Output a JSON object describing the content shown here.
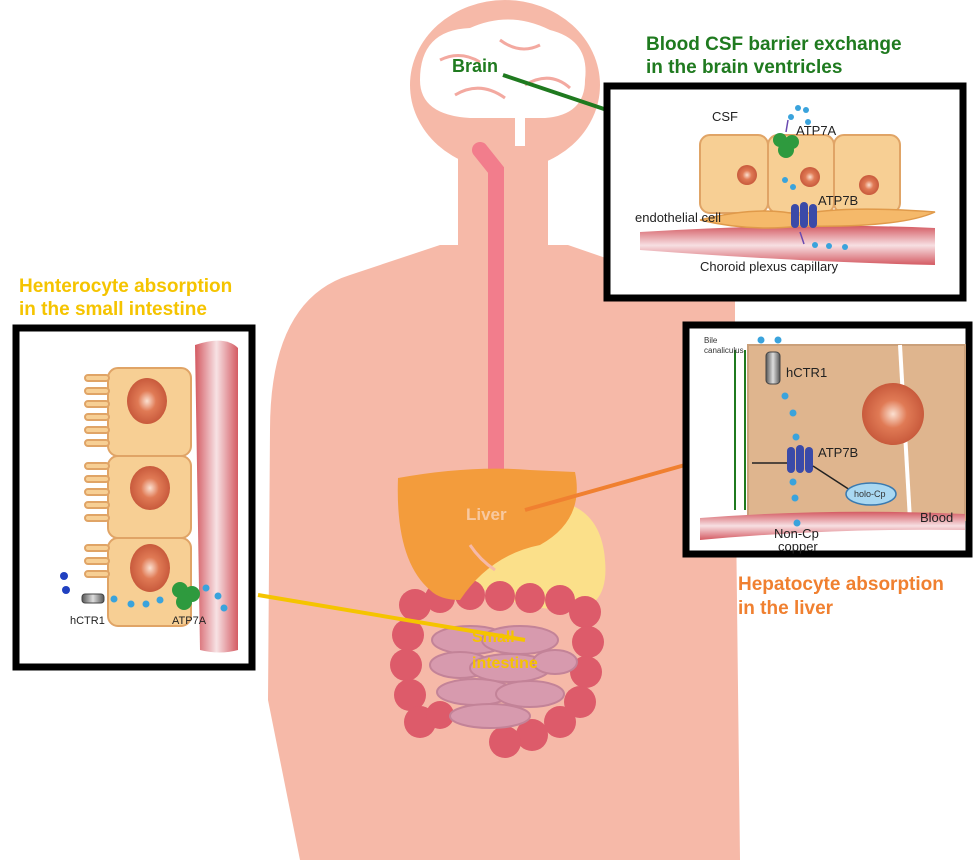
{
  "colors": {
    "brain_title": "#1f7a1f",
    "intestine_title": "#f5c400",
    "liver_title": "#f08030",
    "body": "#f6b9a8",
    "liver_organ": "#f39c3c",
    "stomach": "#fbe08a",
    "colon": "#dd5b6a",
    "small_intestine": "#d79aae",
    "cell": "#f7cf94",
    "nucleus": "#d7694b",
    "capillary": "#dc6b70",
    "copper_dot": "#3aa3dc"
  },
  "brain_panel": {
    "title_line1": "Blood CSF barrier exchange",
    "title_line2": "in the brain ventricles",
    "label_csf": "CSF",
    "label_atp7a": "ATP7A",
    "label_atp7b": "ATP7B",
    "label_endothelial": "endothelial cell",
    "label_capillary": "Choroid plexus capillary"
  },
  "intestine_panel": {
    "title_line1": "Henterocyte absorption",
    "title_line2": "in the small intestine",
    "label_hctr1": "hCTR1",
    "label_atp7a": "ATP7A"
  },
  "liver_panel": {
    "title_line1": "Hepatocyte absorption",
    "title_line2": "in the liver",
    "label_bile_1": "Bile",
    "label_bile_2": "canaliculus",
    "label_hctr1": "hCTR1",
    "label_atp7b": "ATP7B",
    "label_holo_cp": "holo-Cp",
    "label_blood": "Blood",
    "label_noncp_1": "Non-Cp",
    "label_noncp_2": "copper"
  },
  "organs": {
    "brain": "Brain",
    "liver": "Liver",
    "small_intestine_1": "Small",
    "small_intestine_2": "intestine"
  },
  "icons": [
    "copper-ion",
    "hctr1-transporter",
    "atp7a-pump",
    "atp7b-pump"
  ]
}
